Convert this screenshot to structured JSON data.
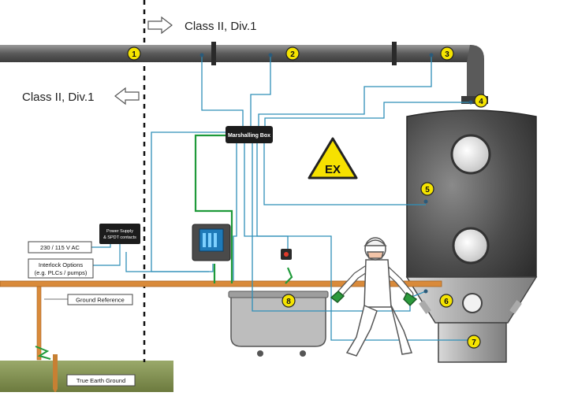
{
  "zones": {
    "top_right": "Class II, Div.1",
    "left": "Class II, Div.1"
  },
  "labels": {
    "marshalling_box": "Marshalling Box",
    "power_supply_line1": "Power Supply",
    "power_supply_line2": "& SPDT contacts",
    "voltage": "230 / 115 V AC",
    "interlock_line1": "Interlock Options",
    "interlock_line2": "(e.g. PLCs / pumps)",
    "ground_reference": "Ground Reference",
    "true_earth": "True Earth Ground",
    "ex_sign": "EX"
  },
  "points": [
    "1",
    "2",
    "3",
    "4",
    "5",
    "6",
    "7",
    "8"
  ],
  "colors": {
    "pipe": "#6f6f6f",
    "vessel": "#4a4a4a",
    "ground_bar": "#d98a3a",
    "signal_wire": "#2f8fb8",
    "green_wire": "#1f9a3a",
    "marker_fill": "#f5e400",
    "ex_yellow": "#f6e100",
    "soil": "#8a9a55"
  }
}
